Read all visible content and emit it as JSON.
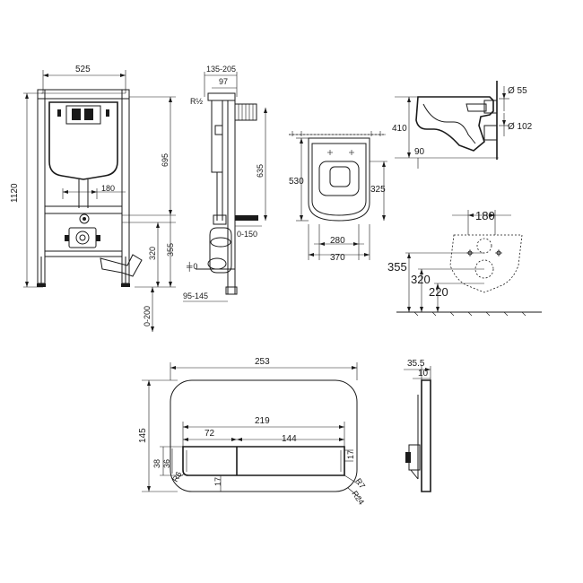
{
  "frame_front": {
    "width": "525",
    "height": "1120",
    "flush_height": "695",
    "outlet_spacing": "180",
    "h320": "320",
    "h355": "355",
    "adjust": "0-200"
  },
  "frame_side": {
    "depth": "135-205",
    "d97": "97",
    "thread": "R½",
    "h635": "635",
    "outlet": "0-150",
    "zero": "0",
    "bottom": "95-145"
  },
  "bowl_top": {
    "length": "530",
    "h325": "325",
    "w280": "280",
    "w370": "370"
  },
  "bowl_side": {
    "height": "410",
    "d55": "Ø 55",
    "d102": "Ø 102",
    "w90": "90"
  },
  "bowl_rear": {
    "spacing": "180",
    "h355": "355",
    "h320": "320",
    "h220": "220"
  },
  "plate_front": {
    "width": "253",
    "height": "145",
    "inner": "219",
    "b72": "72",
    "b144": "144",
    "h38": "38",
    "h36": "36",
    "r6": "R6",
    "h17a": "17",
    "h17b": "17",
    "r7": "R7",
    "r24": "R24"
  },
  "plate_side": {
    "depth": "35.5",
    "d10": "10"
  }
}
